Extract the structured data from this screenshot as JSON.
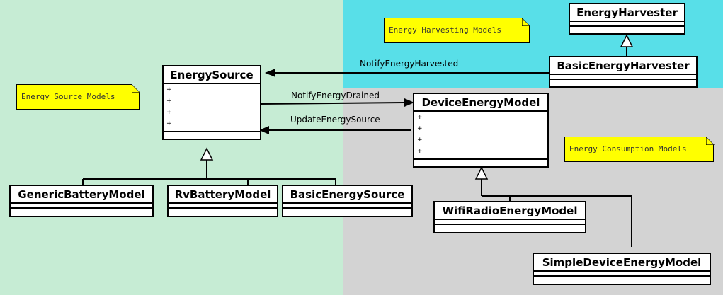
{
  "notes": {
    "harvesting": "Energy Harvesting Models",
    "source": "Energy Source Models",
    "consumption": "Energy Consumption Models"
  },
  "classes": {
    "energy_harvester": {
      "name": "EnergyHarvester"
    },
    "basic_energy_harvester": {
      "name": "BasicEnergyHarvester"
    },
    "energy_source": {
      "name": "EnergySource",
      "attributes": [
        "+",
        "+",
        "+",
        "+"
      ]
    },
    "device_energy_model": {
      "name": "DeviceEnergyModel",
      "attributes": [
        "+",
        "+",
        "+",
        "+"
      ]
    },
    "generic_battery_model": {
      "name": "GenericBatteryModel"
    },
    "rv_battery_model": {
      "name": "RvBatteryModel"
    },
    "basic_energy_source": {
      "name": "BasicEnergySource"
    },
    "wifi_radio_energy_model": {
      "name": "WifiRadioEnergyModel"
    },
    "simple_device_energy_model": {
      "name": "SimpleDeviceEnergyModel"
    }
  },
  "messages": {
    "notify_energy_harvested": "NotifyEnergyHarvested",
    "notify_energy_drained": "NotifyEnergyDrained",
    "update_energy_source": "UpdateEnergySource"
  },
  "colors": {
    "source_region": "#c6ecd4",
    "harvest_region": "#58dfe8",
    "consumption_region": "#d3d3d3",
    "note_fill": "#ffff00"
  }
}
